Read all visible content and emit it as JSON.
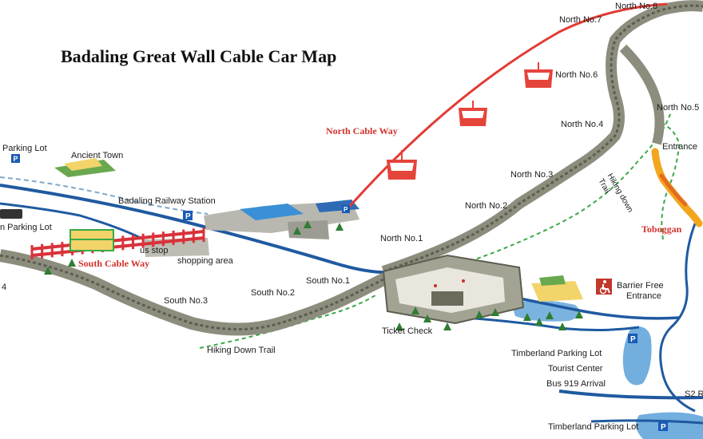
{
  "title": "Badaling Great Wall Cable Car Map",
  "colors": {
    "cable_line": "#e23b35",
    "cable_car": "#e5443b",
    "wall_stone": "#8d8d7e",
    "wall_dark": "#5d5d50",
    "road_blue": "#1f5aa0",
    "rail_red": "#d9323a",
    "trail_green": "#3aa946",
    "water": "#4f9ad6",
    "toboggan": "#f2a51d",
    "parking_blue": "#1a5bb5"
  },
  "labels": {
    "north_cable_way": "North Cable Way",
    "south_cable_way": "South Cable Way",
    "toboggan": "Toboggan",
    "north": [
      {
        "text": "North No.1"
      },
      {
        "text": "North No.2"
      },
      {
        "text": "North No.3"
      },
      {
        "text": "North No.4"
      },
      {
        "text": "North No.5"
      },
      {
        "text": "North No.6"
      },
      {
        "text": "North No.7"
      },
      {
        "text": "North No.8"
      }
    ],
    "south": [
      {
        "text": "South No.1"
      },
      {
        "text": "South No.2"
      },
      {
        "text": "South No.3"
      },
      {
        "text": "4"
      }
    ],
    "places": {
      "parking_lot_top": "Parking Lot",
      "ancient_town": "Ancient Town",
      "railway_station": "Badaling Railway Station",
      "parking_lot_left": "n Parking Lot",
      "bus_stop": "us stop",
      "shopping_area": "shopping area",
      "hiking_down_trail": "Hiking Down Trail",
      "hiking_down_trail_vertical": "Hiking down Trail",
      "ticket_check": "Ticket Check",
      "entrance": "Entrance",
      "barrier_free": "Barrier Free",
      "barrier_free_entrance": "Entrance",
      "timberland_parking_lot": "Timberland Parking Lot",
      "tourist_center": "Tourist Center",
      "bus_919": "Bus 919 Arrival",
      "s2_road": "S2 R",
      "timberland_parking_lot_2": "Timberland Parking Lot"
    }
  },
  "icons": [
    "parking-icon",
    "accessibility-icon",
    "cable-car-icon"
  ]
}
